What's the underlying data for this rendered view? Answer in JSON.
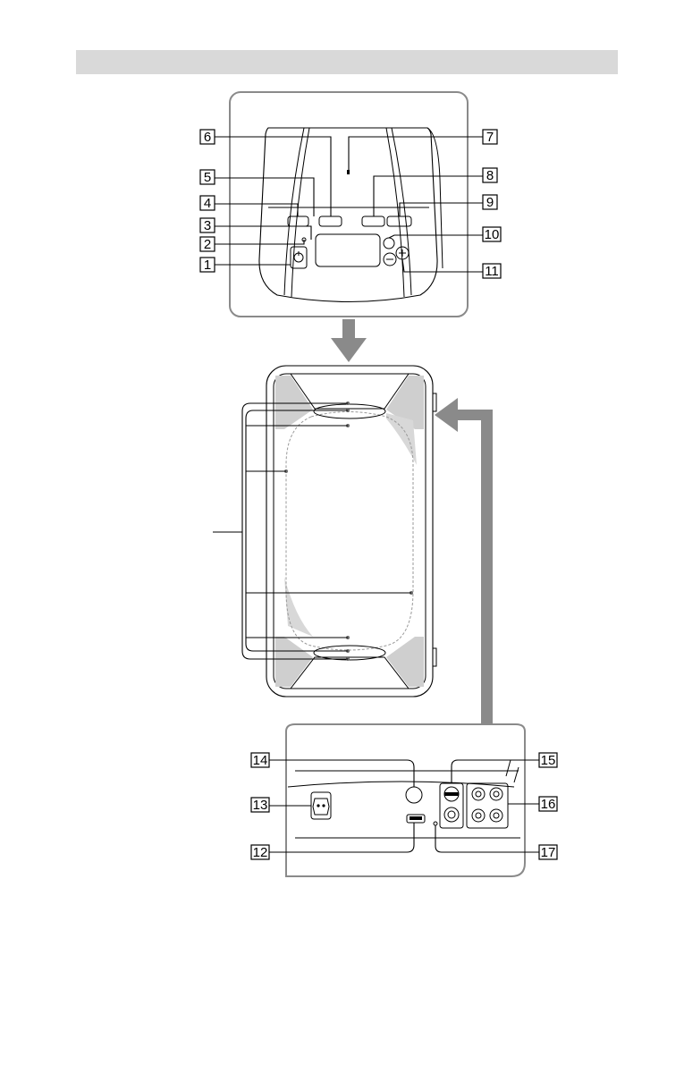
{
  "callouts": [
    {
      "id": "1",
      "label": "1"
    },
    {
      "id": "2",
      "label": "2"
    },
    {
      "id": "3",
      "label": "3"
    },
    {
      "id": "4",
      "label": "4"
    },
    {
      "id": "5",
      "label": "5"
    },
    {
      "id": "6",
      "label": "6"
    },
    {
      "id": "7",
      "label": "7"
    },
    {
      "id": "8",
      "label": "8"
    },
    {
      "id": "9",
      "label": "9"
    },
    {
      "id": "10",
      "label": "10"
    },
    {
      "id": "11",
      "label": "11"
    },
    {
      "id": "12",
      "label": "12"
    },
    {
      "id": "13",
      "label": "13"
    },
    {
      "id": "14",
      "label": "14"
    },
    {
      "id": "15",
      "label": "15"
    },
    {
      "id": "16",
      "label": "16"
    },
    {
      "id": "17",
      "label": "17"
    }
  ],
  "colors": {
    "header_bar": "#d9d9d9",
    "frame": "#8a8a8a",
    "arrow": "#8a8a8a",
    "dots": "#6b6b6b"
  },
  "icons": [
    "power-icon",
    "minus-icon",
    "plus-icon",
    "ac-inlet-icon",
    "arrow-down-icon",
    "arrow-up-icon"
  ]
}
